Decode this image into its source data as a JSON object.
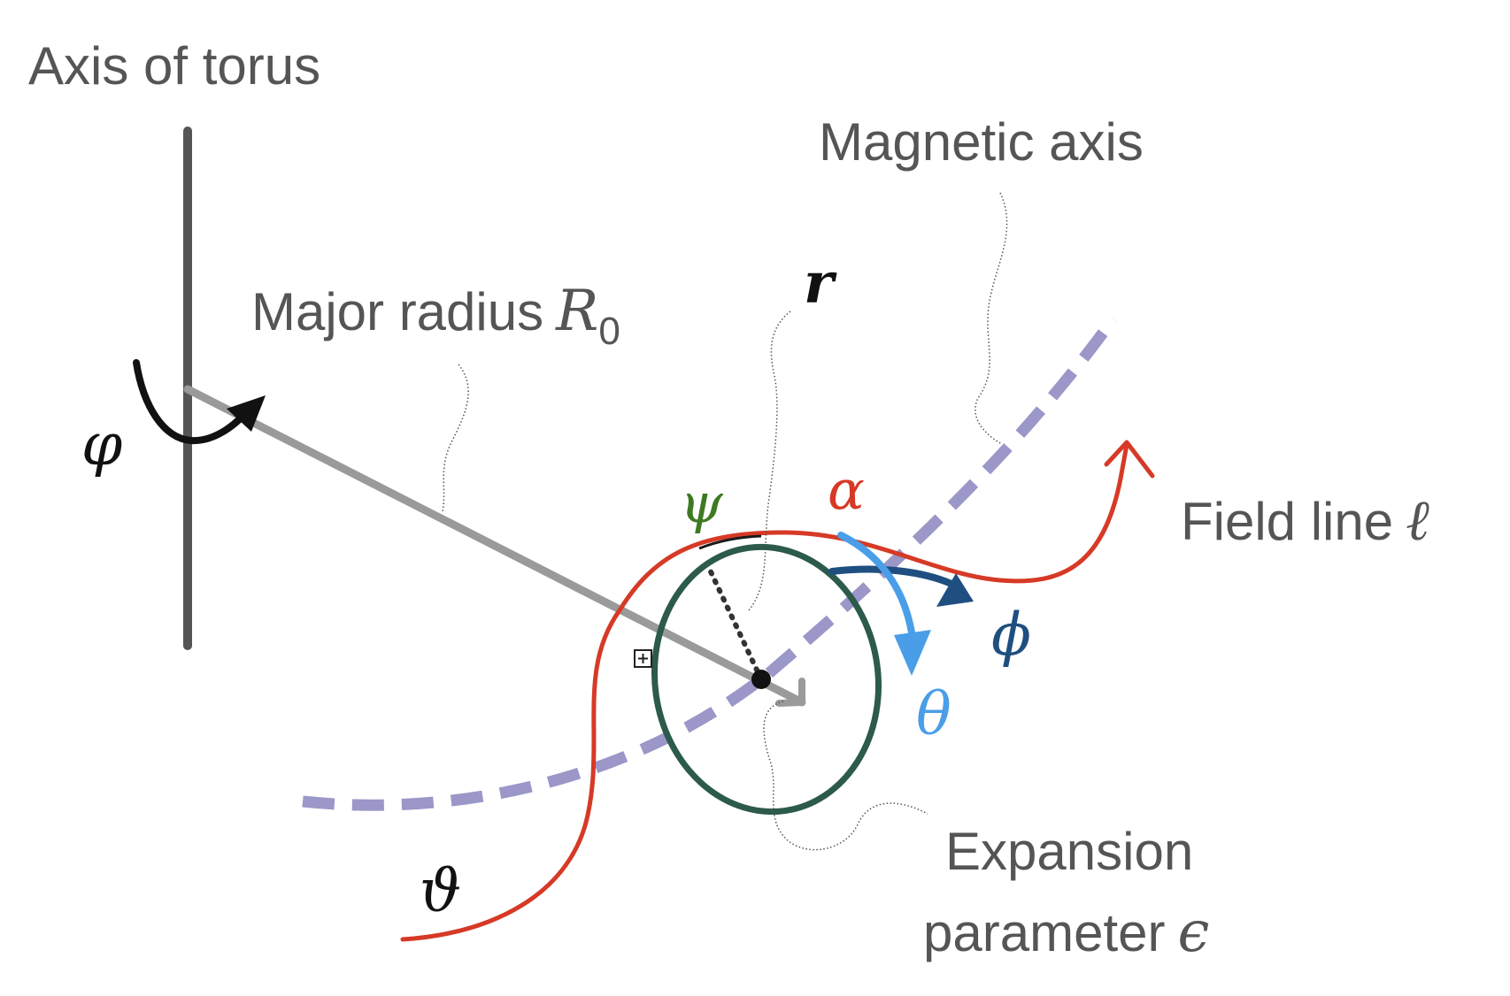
{
  "labels": {
    "axis_of_torus": "Axis of torus",
    "magnetic_axis": "Magnetic axis",
    "major_radius": "Major radius",
    "major_radius_symbol": "R",
    "major_radius_subscript": "0",
    "field_line": "Field line",
    "field_line_symbol": "ℓ",
    "expansion_line1": "Expansion",
    "expansion_line2": "parameter",
    "expansion_symbol": "ϵ"
  },
  "symbols": {
    "varphi": "φ",
    "r": "r",
    "psi": "ψ",
    "alpha": "α",
    "phi": "ϕ",
    "theta": "θ",
    "vartheta": "ϑ"
  },
  "colors": {
    "label_gray": "#555555",
    "torus_axis": "#555555",
    "radius_arrow": "#9a9a9a",
    "magnetic_axis": "#9b97c8",
    "field_line": "#d63a26",
    "flux_circle": "#2c5a4c",
    "psi": "#3d7a22",
    "alpha": "#d63a26",
    "phi": "#1f4f80",
    "theta": "#4a9ee8",
    "black": "#111111"
  }
}
